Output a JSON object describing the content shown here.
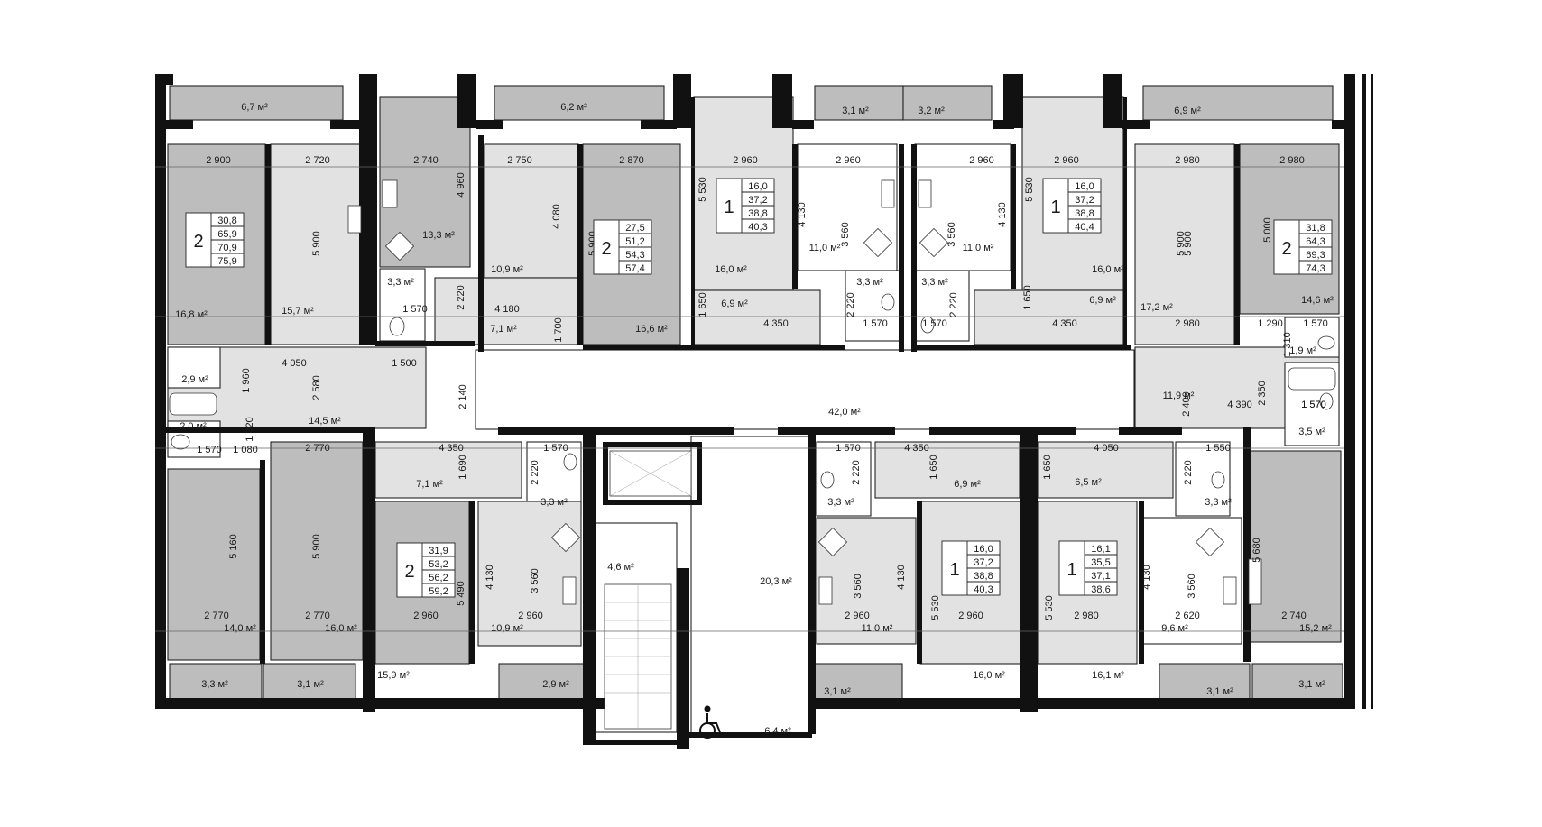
{
  "dimensions": [
    {
      "id": "d1",
      "text": "2 900"
    },
    {
      "id": "d2",
      "text": "2 720"
    },
    {
      "id": "d3",
      "text": "2 740"
    },
    {
      "id": "d4",
      "text": "2 750"
    },
    {
      "id": "d5",
      "text": "2 870"
    },
    {
      "id": "d6",
      "text": "2 960"
    },
    {
      "id": "d7",
      "text": "2 960"
    },
    {
      "id": "d8",
      "text": "2 960"
    },
    {
      "id": "d9",
      "text": "2 960"
    },
    {
      "id": "d10",
      "text": "2 980"
    },
    {
      "id": "d11",
      "text": "2 980"
    },
    {
      "id": "d12",
      "text": "4 960"
    },
    {
      "id": "d13",
      "text": "4 080"
    },
    {
      "id": "d14",
      "text": "5 900"
    },
    {
      "id": "d15",
      "text": "5 900"
    },
    {
      "id": "d16",
      "text": "5 530"
    },
    {
      "id": "d17",
      "text": "4 130"
    },
    {
      "id": "d18",
      "text": "3 560"
    },
    {
      "id": "d19",
      "text": "3 560"
    },
    {
      "id": "d20",
      "text": "4 130"
    },
    {
      "id": "d21",
      "text": "5 530"
    },
    {
      "id": "d22",
      "text": "5 900"
    },
    {
      "id": "d23",
      "text": "5 000"
    },
    {
      "id": "d24",
      "text": "5 900"
    },
    {
      "id": "d25",
      "text": "2 220"
    },
    {
      "id": "d26",
      "text": "1 570"
    },
    {
      "id": "d27",
      "text": "4 180"
    },
    {
      "id": "d28",
      "text": "1 700"
    },
    {
      "id": "d29",
      "text": "1 650"
    },
    {
      "id": "d30",
      "text": "4 350"
    },
    {
      "id": "d31",
      "text": "2 220"
    },
    {
      "id": "d32",
      "text": "1 570"
    },
    {
      "id": "d33",
      "text": "1 570"
    },
    {
      "id": "d34",
      "text": "2 220"
    },
    {
      "id": "d35",
      "text": "1 650"
    },
    {
      "id": "d36",
      "text": "4 350"
    },
    {
      "id": "d37",
      "text": "2 980"
    },
    {
      "id": "d38",
      "text": "1 290"
    },
    {
      "id": "d39",
      "text": "1 570"
    },
    {
      "id": "d40",
      "text": "1 310"
    },
    {
      "id": "d41",
      "text": "1 570"
    },
    {
      "id": "d42",
      "text": "4 050"
    },
    {
      "id": "d43",
      "text": "1 960"
    },
    {
      "id": "d44",
      "text": "2 580"
    },
    {
      "id": "d45",
      "text": "1 500"
    },
    {
      "id": "d46",
      "text": "2 140"
    },
    {
      "id": "d47",
      "text": "1 320"
    },
    {
      "id": "d48",
      "text": "1 570"
    },
    {
      "id": "d49",
      "text": "1 080"
    },
    {
      "id": "d50",
      "text": "2 770"
    },
    {
      "id": "d51",
      "text": "4 350"
    },
    {
      "id": "d52",
      "text": "1 690"
    },
    {
      "id": "d53",
      "text": "1 570"
    },
    {
      "id": "d54",
      "text": "2 220"
    },
    {
      "id": "d55",
      "text": "2 400"
    },
    {
      "id": "d56",
      "text": "4 390"
    },
    {
      "id": "d57",
      "text": "2 350"
    },
    {
      "id": "d58",
      "text": "1 570"
    },
    {
      "id": "d59",
      "text": "1 570"
    },
    {
      "id": "d60",
      "text": "4 350"
    },
    {
      "id": "d61",
      "text": "2 220"
    },
    {
      "id": "d62",
      "text": "1 650"
    },
    {
      "id": "d63",
      "text": "1 650"
    },
    {
      "id": "d64",
      "text": "4 050"
    },
    {
      "id": "d65",
      "text": "1 550"
    },
    {
      "id": "d66",
      "text": "2 220"
    },
    {
      "id": "d67",
      "text": "5 160"
    },
    {
      "id": "d68",
      "text": "5 900"
    },
    {
      "id": "d69",
      "text": "4 130"
    },
    {
      "id": "d70",
      "text": "3 560"
    },
    {
      "id": "d71",
      "text": "5 490"
    },
    {
      "id": "d72",
      "text": "3 560"
    },
    {
      "id": "d73",
      "text": "4 130"
    },
    {
      "id": "d74",
      "text": "5 530"
    },
    {
      "id": "d75",
      "text": "5 530"
    },
    {
      "id": "d76",
      "text": "4 130"
    },
    {
      "id": "d77",
      "text": "3 560"
    },
    {
      "id": "d78",
      "text": "5 680"
    },
    {
      "id": "d79",
      "text": "2 770"
    },
    {
      "id": "d80",
      "text": "2 770"
    },
    {
      "id": "d81",
      "text": "2 960"
    },
    {
      "id": "d82",
      "text": "2 960"
    },
    {
      "id": "d83",
      "text": "2 960"
    },
    {
      "id": "d84",
      "text": "2 960"
    },
    {
      "id": "d85",
      "text": "2 980"
    },
    {
      "id": "d86",
      "text": "2 620"
    },
    {
      "id": "d87",
      "text": "2 740"
    }
  ],
  "areas": [
    {
      "id": "a1",
      "text": "6,7 м²"
    },
    {
      "id": "a2",
      "text": "6,2 м²"
    },
    {
      "id": "a3",
      "text": "3,1 м²"
    },
    {
      "id": "a4",
      "text": "3,2 м²"
    },
    {
      "id": "a5",
      "text": "6,9 м²"
    },
    {
      "id": "a6",
      "text": "13,3 м²"
    },
    {
      "id": "a7",
      "text": "10,9 м²"
    },
    {
      "id": "a8",
      "text": "16,8 м²"
    },
    {
      "id": "a9",
      "text": "15,7 м²"
    },
    {
      "id": "a10",
      "text": "3,3 м²"
    },
    {
      "id": "a11",
      "text": "7,1 м²"
    },
    {
      "id": "a12",
      "text": "16,6 м²"
    },
    {
      "id": "a13",
      "text": "16,0 м²"
    },
    {
      "id": "a14",
      "text": "11,0 м²"
    },
    {
      "id": "a15",
      "text": "11,0 м²"
    },
    {
      "id": "a16",
      "text": "16,0 м²"
    },
    {
      "id": "a17",
      "text": "6,9 м²"
    },
    {
      "id": "a18",
      "text": "3,3 м²"
    },
    {
      "id": "a19",
      "text": "3,3 м²"
    },
    {
      "id": "a20",
      "text": "6,9 м²"
    },
    {
      "id": "a21",
      "text": "17,2 м²"
    },
    {
      "id": "a22",
      "text": "14,6 м²"
    },
    {
      "id": "a23",
      "text": "1,9 м²"
    },
    {
      "id": "a24",
      "text": "2,9 м²"
    },
    {
      "id": "a25",
      "text": "14,5 м²"
    },
    {
      "id": "a26",
      "text": "2,0 м²"
    },
    {
      "id": "a27",
      "text": "42,0 м²"
    },
    {
      "id": "a28",
      "text": "11,9 м²"
    },
    {
      "id": "a29",
      "text": "3,5 м²"
    },
    {
      "id": "a30",
      "text": "7,1 м²"
    },
    {
      "id": "a31",
      "text": "3,3 м²"
    },
    {
      "id": "a32",
      "text": "3,3 м²"
    },
    {
      "id": "a33",
      "text": "6,9 м²"
    },
    {
      "id": "a34",
      "text": "6,5 м²"
    },
    {
      "id": "a35",
      "text": "3,3 м²"
    },
    {
      "id": "a36",
      "text": "4,6 м²"
    },
    {
      "id": "a37",
      "text": "20,3 м²"
    },
    {
      "id": "a38",
      "text": "14,0 м²"
    },
    {
      "id": "a39",
      "text": "16,0 м²"
    },
    {
      "id": "a40",
      "text": "10,9 м²"
    },
    {
      "id": "a41",
      "text": "11,0 м²"
    },
    {
      "id": "a42",
      "text": "9,6 м²"
    },
    {
      "id": "a43",
      "text": "15,2 м²"
    },
    {
      "id": "a44",
      "text": "15,9 м²"
    },
    {
      "id": "a45",
      "text": "16,0 м²"
    },
    {
      "id": "a46",
      "text": "16,1 м²"
    },
    {
      "id": "a47",
      "text": "3,3 м²"
    },
    {
      "id": "a48",
      "text": "3,1 м²"
    },
    {
      "id": "a49",
      "text": "2,9 м²"
    },
    {
      "id": "a50",
      "text": "3,1 м²"
    },
    {
      "id": "a51",
      "text": "3,1 м²"
    },
    {
      "id": "a52",
      "text": "3,1 м²"
    },
    {
      "id": "a53",
      "text": "6,4 м²"
    }
  ],
  "apartments": [
    {
      "id": "apt1",
      "rooms": "2",
      "values": [
        "30,8",
        "65,9",
        "70,9",
        "75,9"
      ]
    },
    {
      "id": "apt2",
      "rooms": "2",
      "values": [
        "27,5",
        "51,2",
        "54,3",
        "57,4"
      ]
    },
    {
      "id": "apt3",
      "rooms": "1",
      "values": [
        "16,0",
        "37,2",
        "38,8",
        "40,3"
      ]
    },
    {
      "id": "apt4",
      "rooms": "1",
      "values": [
        "16,0",
        "37,2",
        "38,8",
        "40,4"
      ]
    },
    {
      "id": "apt5",
      "rooms": "2",
      "values": [
        "31,8",
        "64,3",
        "69,3",
        "74,3"
      ]
    },
    {
      "id": "apt6",
      "rooms": "2",
      "values": [
        "31,9",
        "53,2",
        "56,2",
        "59,2"
      ]
    },
    {
      "id": "apt7",
      "rooms": "1",
      "values": [
        "16,0",
        "37,2",
        "38,8",
        "40,3"
      ]
    },
    {
      "id": "apt8",
      "rooms": "1",
      "values": [
        "16,1",
        "35,5",
        "37,1",
        "38,6"
      ]
    }
  ],
  "icons": {
    "accessibility": "wheelchair-icon"
  }
}
